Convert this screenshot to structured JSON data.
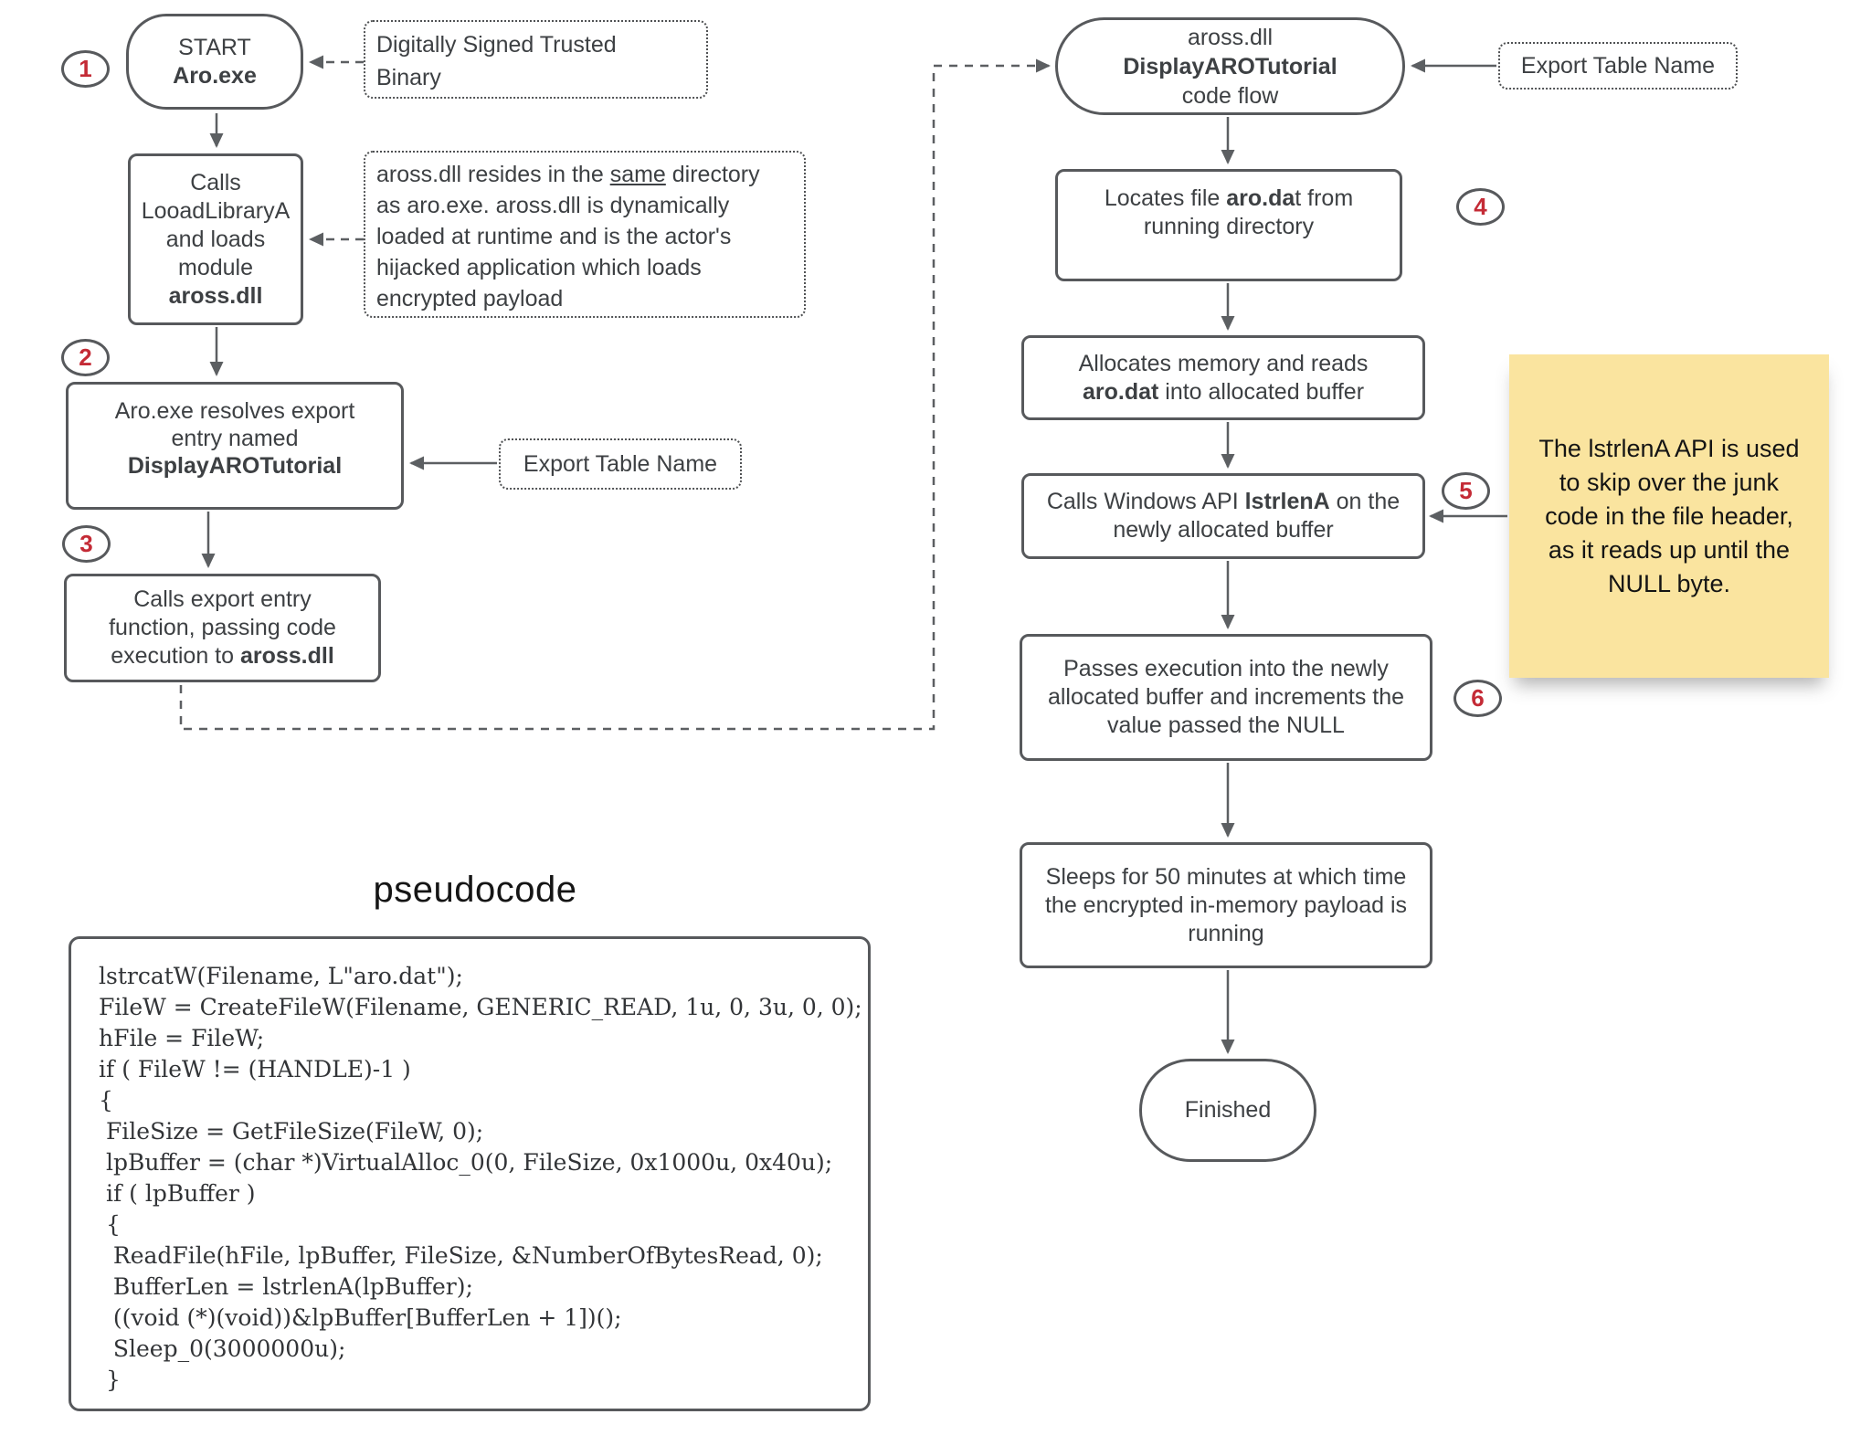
{
  "palette": {
    "border_gray": "#57595c",
    "arrow_gray": "#5c5f62",
    "text_gray": "#3d4043",
    "badge_red": "#c42b36",
    "note_yellow": "#fae49f"
  },
  "badges": {
    "b1": "1",
    "b2": "2",
    "b3": "3",
    "b4": "4",
    "b5": "5",
    "b6": "6"
  },
  "nodes": {
    "start": {
      "lines": [
        [
          "START"
        ],
        [
          {
            "t": "Aro.exe",
            "b": 1
          }
        ]
      ]
    },
    "load_library": {
      "lines": [
        [
          "Calls"
        ],
        [
          "LooadLibraryA"
        ],
        [
          "and loads"
        ],
        [
          "module"
        ],
        [
          {
            "t": "aross.dll",
            "b": 1
          }
        ]
      ]
    },
    "resolve_export": {
      "lines": [
        [
          "Aro.exe resolves export"
        ],
        [
          "entry named"
        ],
        [
          {
            "t": "DisplayAROTutorial",
            "b": 1
          }
        ]
      ]
    },
    "call_export": {
      "lines": [
        [
          "Calls export entry"
        ],
        [
          "function, passing code"
        ],
        [
          {
            "t": "execution to "
          },
          {
            "t": "aross.dll",
            "b": 1
          }
        ]
      ]
    },
    "aross_entry": {
      "lines": [
        [
          "aross.dll"
        ],
        [
          {
            "t": "DisplayAROTutorial",
            "b": 1
          }
        ],
        [
          "code flow"
        ]
      ]
    },
    "locate_file": {
      "lines": [
        [
          {
            "t": "Locates file "
          },
          {
            "t": "aro.da",
            "b": 1
          },
          {
            "t": "t from"
          }
        ],
        [
          "running directory"
        ]
      ]
    },
    "alloc_read": {
      "lines": [
        [
          "Allocates memory and reads"
        ],
        [
          {
            "t": "aro.dat",
            "b": 1
          },
          {
            "t": " into allocated buffer"
          }
        ]
      ]
    },
    "lstrlen_call": {
      "lines": [
        [
          {
            "t": "Calls Windows API "
          },
          {
            "t": "lstrlenA",
            "b": 1
          },
          {
            "t": " on the"
          }
        ],
        [
          "newly allocated buffer"
        ]
      ]
    },
    "pass_exec": {
      "lines": [
        [
          "Passes execution into the newly"
        ],
        [
          "allocated buffer and increments the"
        ],
        [
          "value passed the NULL"
        ]
      ]
    },
    "sleep_50": {
      "lines": [
        [
          "Sleeps for 50 minutes at which time"
        ],
        [
          "the encrypted in-memory payload is"
        ],
        [
          "running"
        ]
      ]
    },
    "finished": {
      "label": "Finished"
    }
  },
  "annotations": {
    "signed_binary": {
      "lines": [
        [
          "Digitally Signed Trusted"
        ],
        [
          "Binary"
        ]
      ]
    },
    "resides": {
      "lines": [
        [
          {
            "t": "aross.dll resides in the "
          },
          {
            "t": "same",
            "u": 1
          },
          {
            "t": " directory"
          }
        ],
        [
          "as aro.exe. aross.dll is dynamically"
        ],
        [
          "loaded at runtime and is the actor's"
        ],
        [
          "hijacked application which loads"
        ],
        [
          "encrypted payload"
        ]
      ]
    },
    "export_table_left": "Export Table Name",
    "export_table_right": "Export Table Name",
    "sticky_note": {
      "lines": [
        [
          "The lstrlenA API is used"
        ],
        [
          "to skip over the junk"
        ],
        [
          "code in the file header,"
        ],
        [
          "as it reads up until the"
        ],
        [
          "NULL byte."
        ]
      ]
    }
  },
  "pseudocode": {
    "title": "pseudocode",
    "lines": [
      "lstrcatW(Filename, L\"aro.dat\");",
      "FileW = CreateFileW(Filename, GENERIC_READ, 1u, 0, 3u, 0, 0);",
      "hFile = FileW;",
      "if ( FileW != (HANDLE)-1 )",
      "{",
      " FileSize = GetFileSize(FileW, 0);",
      " lpBuffer = (char *)VirtualAlloc_0(0, FileSize, 0x1000u, 0x40u);",
      " if ( lpBuffer )",
      " {",
      "  ReadFile(hFile, lpBuffer, FileSize, &NumberOfBytesRead, 0);",
      "  BufferLen = lstrlenA(lpBuffer);",
      "  ((void (*)(void))&lpBuffer[BufferLen + 1])();",
      "  Sleep_0(3000000u);",
      " }"
    ]
  }
}
